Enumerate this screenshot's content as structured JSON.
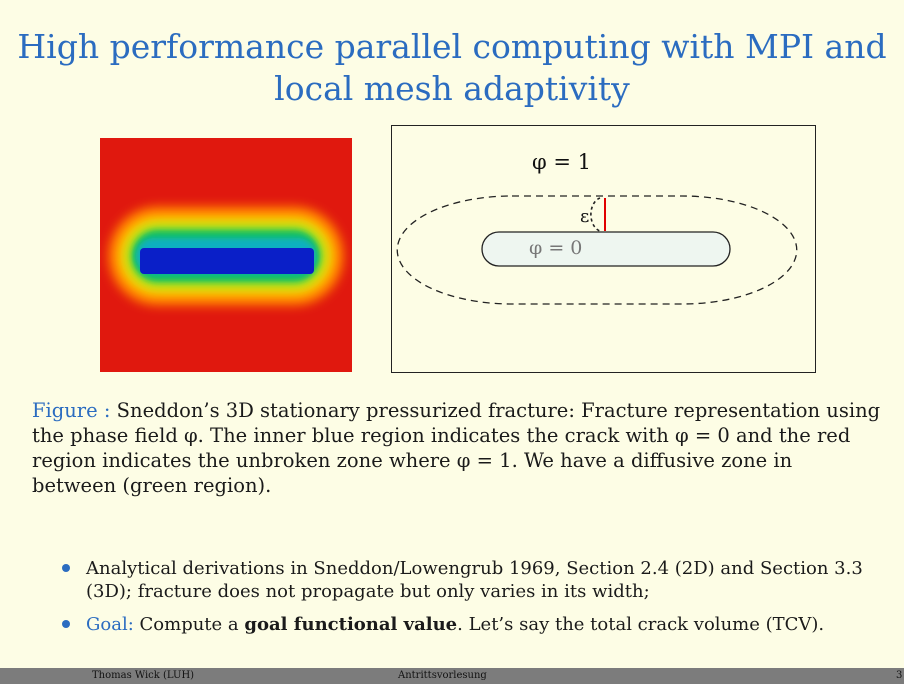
{
  "slide": {
    "title_line1": "High performance parallel computing with MPI and",
    "title_line2": "local mesh adaptivity"
  },
  "diagram": {
    "label_outer": "φ = 1",
    "label_inner": "φ = 0",
    "label_eps": "ε"
  },
  "caption": {
    "label": "Figure :",
    "text": "Sneddon’s 3D stationary pressurized fracture: Fracture representation using the phase field φ. The inner blue region indicates the crack with φ = 0 and the red region indicates the unbroken zone where φ = 1. We have a diffusive zone in between (green region)."
  },
  "bullets": {
    "item1": "Analytical derivations in Sneddon/Lowengrub 1969, Section 2.4 (2D) and Section 3.3 (3D); fracture does not propagate but only varies in its width;",
    "item2_label": "Goal:",
    "item2_pre": "Compute a",
    "item2_bold": "goal functional value",
    "item2_post": ". Let’s say the total crack volume (TCV)."
  },
  "footer": {
    "author": "Thomas Wick (LUH)",
    "talk": "Antrittsvorlesung",
    "page": "3"
  },
  "colors": {
    "title": "#2b6cc0",
    "background": "#fdfde5",
    "footer": "#7c7c7c",
    "crack_blue": "#0a1fc8",
    "field_red": "#e0180e",
    "eps_marker": "#e00000"
  }
}
